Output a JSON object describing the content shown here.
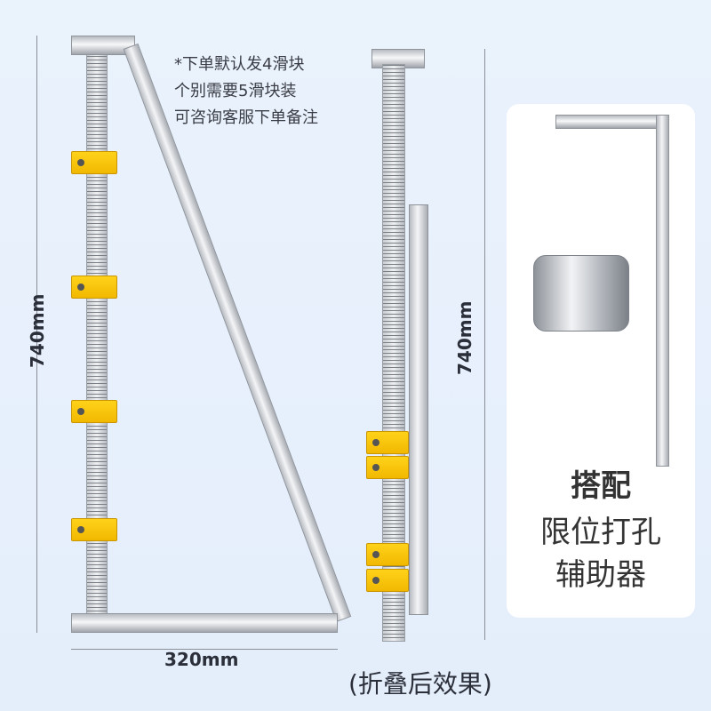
{
  "notes": [
    "*下单默认发4滑块",
    "个别需要5滑块装",
    "可咨询客服下单备注"
  ],
  "dimensions": {
    "left_height": "740mm",
    "bottom_width": "320mm",
    "folded_height": "740mm"
  },
  "folded_caption": "(折叠后效果)",
  "accessory": {
    "title": "搭配",
    "line1": "限位打孔",
    "line2": "辅助器"
  },
  "colors": {
    "background": "#e8f1fc",
    "slider": "#f5c000",
    "card": "#ffffff"
  }
}
